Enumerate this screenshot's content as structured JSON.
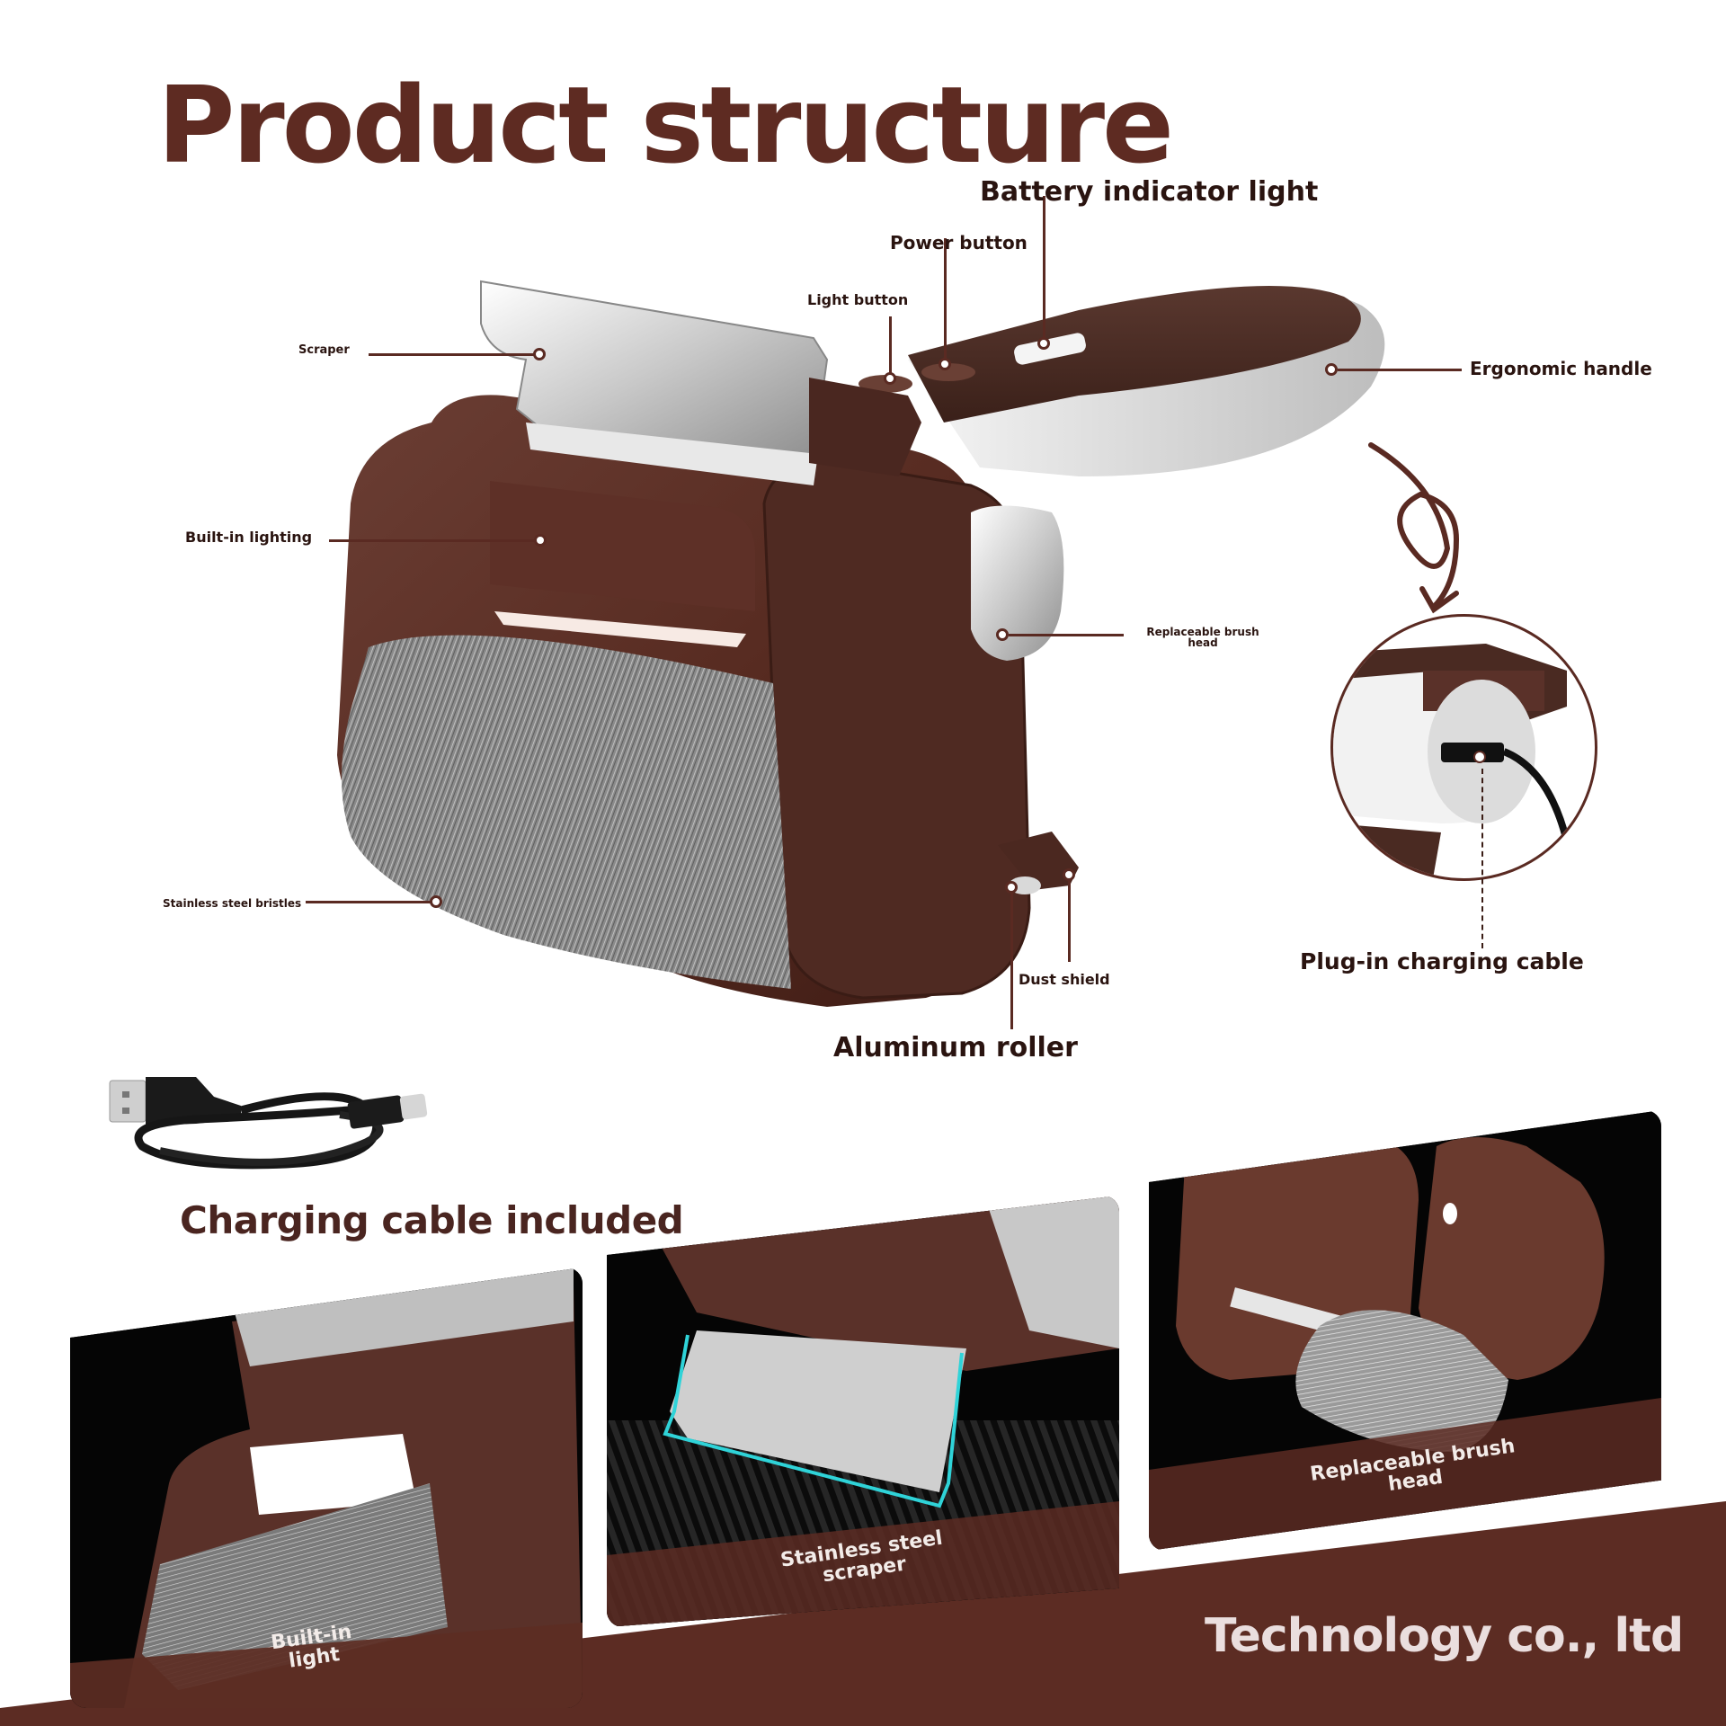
{
  "title": "Product structure",
  "callouts": {
    "battery_indicator_light": "Battery indicator light",
    "power_button": "Power button",
    "light_button": "Light button",
    "scraper": "Scraper",
    "ergonomic_handle": "Ergonomic handle",
    "built_in_lighting": "Built-in lighting",
    "replaceable_brush_head": "Replaceable brush head",
    "stainless_steel_bristles": "Stainless steel bristles",
    "dust_shield": "Dust shield",
    "aluminum_roller": "Aluminum roller",
    "plug_in_charging_cable": "Plug-in charging cable"
  },
  "accessory": {
    "caption": "Charging cable included"
  },
  "feature_cards": [
    {
      "caption_line1": "Built-in",
      "caption_line2": "light"
    },
    {
      "caption_line1": "Stainless steel",
      "caption_line2": "scraper"
    },
    {
      "caption_line1": "Replaceable brush",
      "caption_line2": "head"
    }
  ],
  "footer": {
    "company": "Technology co., ltd"
  },
  "colors": {
    "brand_brown": "#5e2b22",
    "banner_brown": "#5c2c23",
    "product_brown": "#5a3129",
    "accent_cyan": "#2fd3d8"
  }
}
